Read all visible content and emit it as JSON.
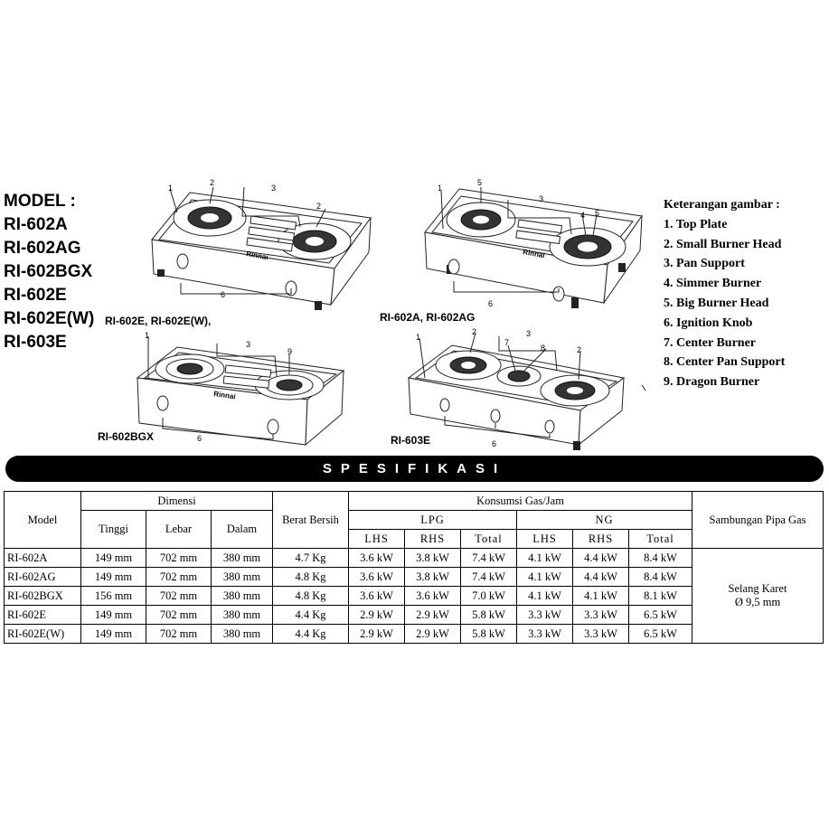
{
  "model_heading": {
    "title": "MODEL :",
    "models": [
      "RI-602A",
      "RI-602AG",
      "RI-602BGX",
      "RI-602E",
      "RI-602E(W)",
      "RI-603E"
    ]
  },
  "legend": {
    "title": "Keterangan gambar :",
    "items": [
      "1. Top Plate",
      "2. Small Burner Head",
      "3. Pan Support",
      "4. Simmer Burner",
      "5. Big Burner Head",
      "6. Ignition Knob",
      "7. Center Burner",
      "8. Center Pan Support",
      "9. Dragon Burner"
    ]
  },
  "illustrations": {
    "caption_602e": "RI-602E, RI-602E(W),",
    "caption_602a": "RI-602A, RI-602AG",
    "caption_602bgx": "RI-602BGX",
    "caption_603e": "RI-603E",
    "brand": "Rinnai",
    "callouts": [
      "1",
      "2",
      "3",
      "4",
      "5",
      "6",
      "7",
      "8",
      "9"
    ]
  },
  "banner": {
    "label": "SPESIFIKASI"
  },
  "spec_table": {
    "headers": {
      "model": "Model",
      "dimensi": "Dimensi",
      "tinggi": "Tinggi",
      "lebar": "Lebar",
      "dalam": "Dalam",
      "berat": "Berat Bersih",
      "konsumsi": "Konsumsi Gas/Jam",
      "lpg": "LPG",
      "ng": "NG",
      "lhs": "LHS",
      "rhs": "RHS",
      "total": "Total",
      "sambungan": "Sambungan Pipa Gas"
    },
    "rows": [
      {
        "model": "RI-602A",
        "tinggi": "149 mm",
        "lebar": "702 mm",
        "dalam": "380 mm",
        "berat": "4.7 Kg",
        "lpg_lhs": "3.6 kW",
        "lpg_rhs": "3.8 kW",
        "lpg_total": "7.4 kW",
        "ng_lhs": "4.1 kW",
        "ng_rhs": "4.4 kW",
        "ng_total": "8.4 kW"
      },
      {
        "model": "RI-602AG",
        "tinggi": "149 mm",
        "lebar": "702 mm",
        "dalam": "380 mm",
        "berat": "4.8 Kg",
        "lpg_lhs": "3.6 kW",
        "lpg_rhs": "3.8 kW",
        "lpg_total": "7.4 kW",
        "ng_lhs": "4.1 kW",
        "ng_rhs": "4.4 kW",
        "ng_total": "8.4 kW"
      },
      {
        "model": "RI-602BGX",
        "tinggi": "156 mm",
        "lebar": "702 mm",
        "dalam": "380 mm",
        "berat": "4.8 Kg",
        "lpg_lhs": "3.6 kW",
        "lpg_rhs": "3.6 kW",
        "lpg_total": "7.0 kW",
        "ng_lhs": "4.1 kW",
        "ng_rhs": "4.1 kW",
        "ng_total": "8.1 kW"
      },
      {
        "model": "RI-602E",
        "tinggi": "149 mm",
        "lebar": "702 mm",
        "dalam": "380 mm",
        "berat": "4.4 Kg",
        "lpg_lhs": "2.9 kW",
        "lpg_rhs": "2.9 kW",
        "lpg_total": "5.8 kW",
        "ng_lhs": "3.3 kW",
        "ng_rhs": "3.3 kW",
        "ng_total": "6.5 kW"
      },
      {
        "model": "RI-602E(W)",
        "tinggi": "149 mm",
        "lebar": "702 mm",
        "dalam": "380 mm",
        "berat": "4.4 Kg",
        "lpg_lhs": "2.9 kW",
        "lpg_rhs": "2.9 kW",
        "lpg_total": "5.8 kW",
        "ng_lhs": "3.3 kW",
        "ng_rhs": "3.3 kW",
        "ng_total": "6.5 kW"
      }
    ],
    "pipe_line1": "Selang Karet",
    "pipe_line2": "Ø 9,5 mm"
  }
}
